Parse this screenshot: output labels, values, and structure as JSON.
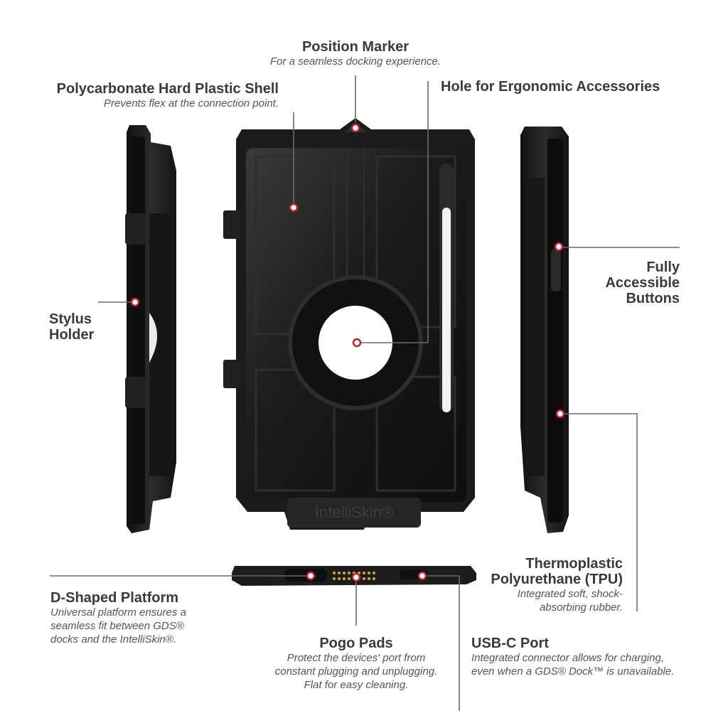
{
  "callouts": {
    "position_marker": {
      "title": "Position Marker",
      "desc": [
        "For a seamless docking experience."
      ]
    },
    "polycarbonate": {
      "title": "Polycarbonate Hard Plastic Shell",
      "desc": [
        "Prevents flex at the connection point."
      ]
    },
    "hole": {
      "title": "Hole for Ergonomic Accessories"
    },
    "stylus": {
      "title": [
        "Stylus",
        "Holder"
      ]
    },
    "buttons": {
      "title": [
        "Fully",
        "Accessible",
        "Buttons"
      ]
    },
    "tpu": {
      "title": [
        "Thermoplastic",
        "Polyurethane (TPU)"
      ],
      "desc": [
        "Integrated soft, shock-",
        "absorbing rubber."
      ]
    },
    "dplatform": {
      "title": "D-Shaped Platform",
      "desc": [
        "Universal platform ensures a",
        "seamless fit between GDS®",
        "docks and the IntelliSkin®."
      ]
    },
    "pogo": {
      "title": "Pogo Pads",
      "desc": [
        "Protect the devices' port from",
        "constant plugging and unplugging.",
        "Flat for easy cleaning."
      ]
    },
    "usbc": {
      "title": "USB-C Port",
      "desc": [
        "Integrated connector allows for charging,",
        "even when a GDS® Dock™ is unavailable."
      ]
    }
  },
  "product": {
    "brand_mark": "IntelliSkin®"
  },
  "colors": {
    "case": "#1b1b1b",
    "case_edge": "#2e2e2e",
    "marker_dot": "#c0212b",
    "leader": "#6a6a6a"
  }
}
